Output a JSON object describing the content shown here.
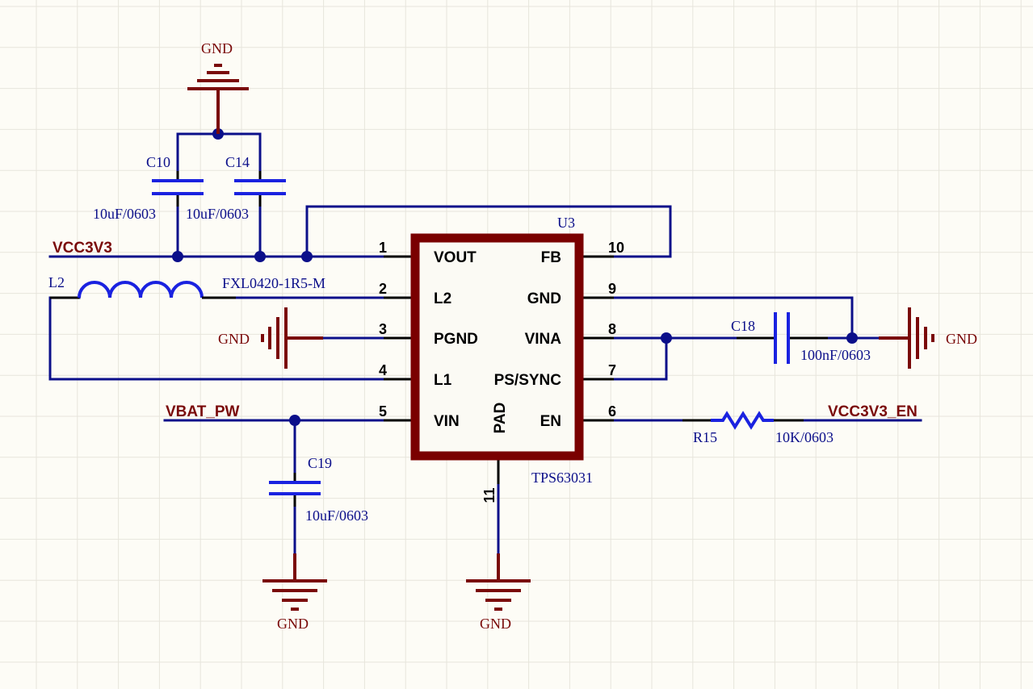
{
  "ic": {
    "designator": "U3",
    "part": "TPS63031",
    "pad_label": "PAD",
    "pins_left": [
      {
        "num": "1",
        "name": "VOUT"
      },
      {
        "num": "2",
        "name": "L2"
      },
      {
        "num": "3",
        "name": "PGND"
      },
      {
        "num": "4",
        "name": "L1"
      },
      {
        "num": "5",
        "name": "VIN"
      }
    ],
    "pins_right": [
      {
        "num": "10",
        "name": "FB"
      },
      {
        "num": "9",
        "name": "GND"
      },
      {
        "num": "8",
        "name": "VINA"
      },
      {
        "num": "7",
        "name": "PS/SYNC"
      },
      {
        "num": "6",
        "name": "EN"
      }
    ],
    "pin_bottom": {
      "num": "11"
    }
  },
  "nets": {
    "vcc3v3": "VCC3V3",
    "vbat": "VBAT_PW",
    "vcc3v3_en": "VCC3V3_EN",
    "gnd": "GND"
  },
  "components": {
    "c10": {
      "ref": "C10",
      "value": "10uF/0603"
    },
    "c14": {
      "ref": "C14",
      "value": "10uF/0603"
    },
    "c18": {
      "ref": "C18",
      "value": "100nF/0603"
    },
    "c19": {
      "ref": "C19",
      "value": "10uF/0603"
    },
    "l2": {
      "ref": "L2",
      "value": "FXL0420-1R5-M"
    },
    "r15": {
      "ref": "R15",
      "value": "10K/0603"
    }
  },
  "colors": {
    "wire": "#0b0f8a",
    "ic_outline": "#7a0000",
    "ground_symbol": "#7a0a0a",
    "component": "#1a22e0",
    "background": "#fdfcf6"
  }
}
